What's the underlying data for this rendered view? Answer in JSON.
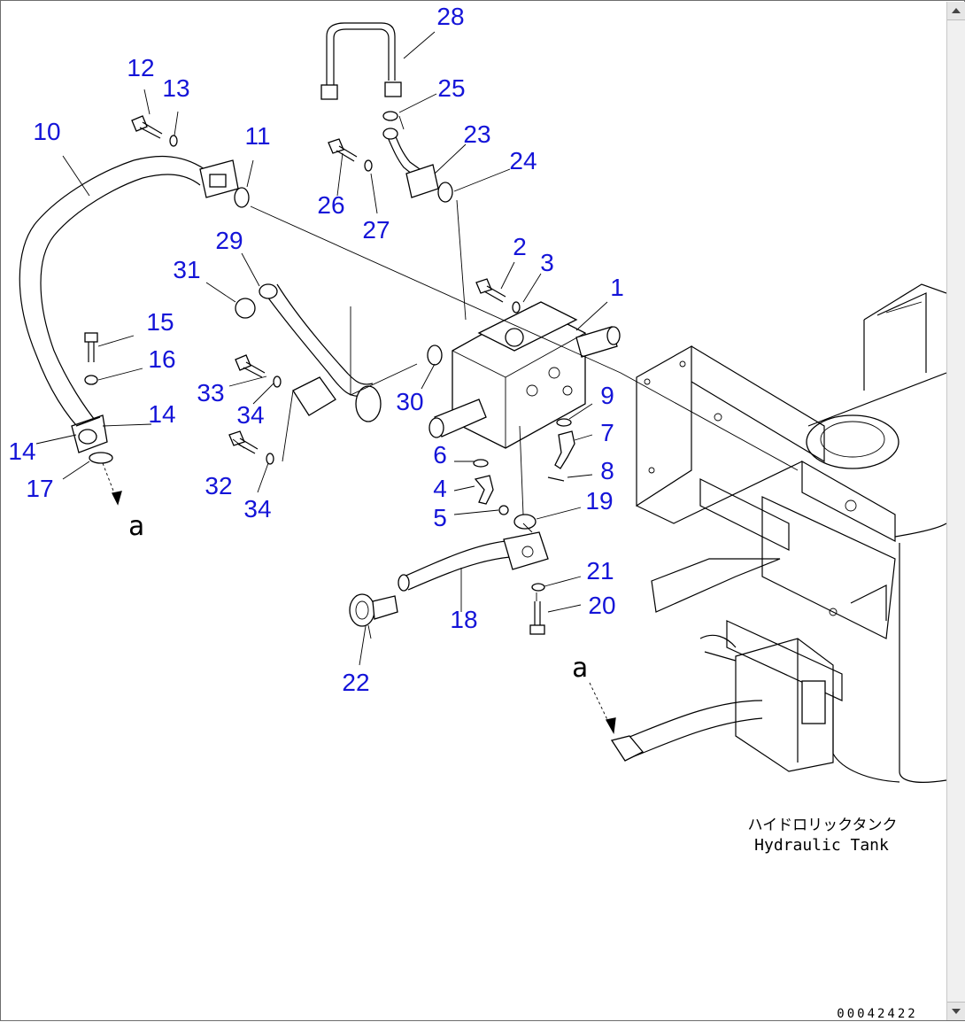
{
  "callouts": [
    "1",
    "2",
    "3",
    "4",
    "5",
    "6",
    "7",
    "8",
    "9",
    "10",
    "11",
    "12",
    "13",
    "14",
    "14",
    "15",
    "16",
    "17",
    "18",
    "19",
    "20",
    "21",
    "22",
    "23",
    "24",
    "25",
    "26",
    "27",
    "28",
    "29",
    "30",
    "31",
    "32",
    "33",
    "34",
    "34"
  ],
  "view_marker": "a",
  "tank_label_jp": "ハイドロリックタンク",
  "tank_label_en": "Hydraulic Tank",
  "drawing_number": "00042422",
  "colors": {
    "callout": "#1414d8",
    "line": "#000000",
    "background": "#ffffff"
  }
}
